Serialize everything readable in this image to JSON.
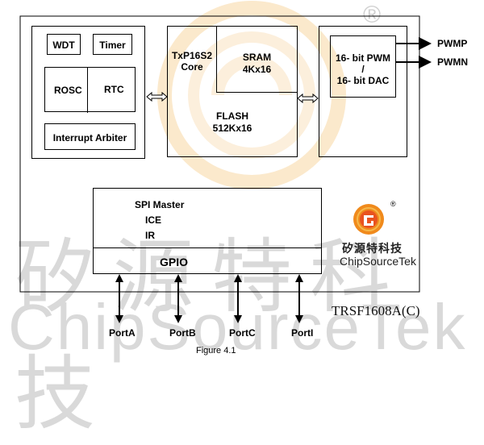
{
  "watermark": {
    "cn_text": "矽源特科技",
    "latin_text": "ChipSourceTek",
    "registered_mark": "®"
  },
  "blocks": {
    "wdt": "WDT",
    "timer": "Timer",
    "rosc": "ROSC",
    "rtc": "RTC",
    "interrupt_arbiter": "Interrupt Arbiter",
    "core_line1": "TxP16S2",
    "core_line2": "Core",
    "sram_line1": "SRAM",
    "sram_line2": "4Kx16",
    "flash_line1": "FLASH",
    "flash_line2": "512Kx16",
    "pwm_line1": "16- bit PWM",
    "pwm_line2": "/",
    "pwm_line3": "16- bit DAC",
    "spi_master": "SPI Master",
    "ice": "ICE",
    "ir": "IR",
    "gpio": "GPIO"
  },
  "outputs": [
    "PWMP",
    "PWMN"
  ],
  "ports": [
    "PortA",
    "PortB",
    "PortC",
    "PortI"
  ],
  "logo": {
    "cn_name": "矽源特科技",
    "en_name": "ChipSourceTek",
    "registered_mark": "®",
    "colors": {
      "outer": "#f08a1c",
      "inner": "#e9531f",
      "ring": "#f5b84a"
    }
  },
  "model_number": "TRSF1608A(C)",
  "caption": "Figure 4.1"
}
